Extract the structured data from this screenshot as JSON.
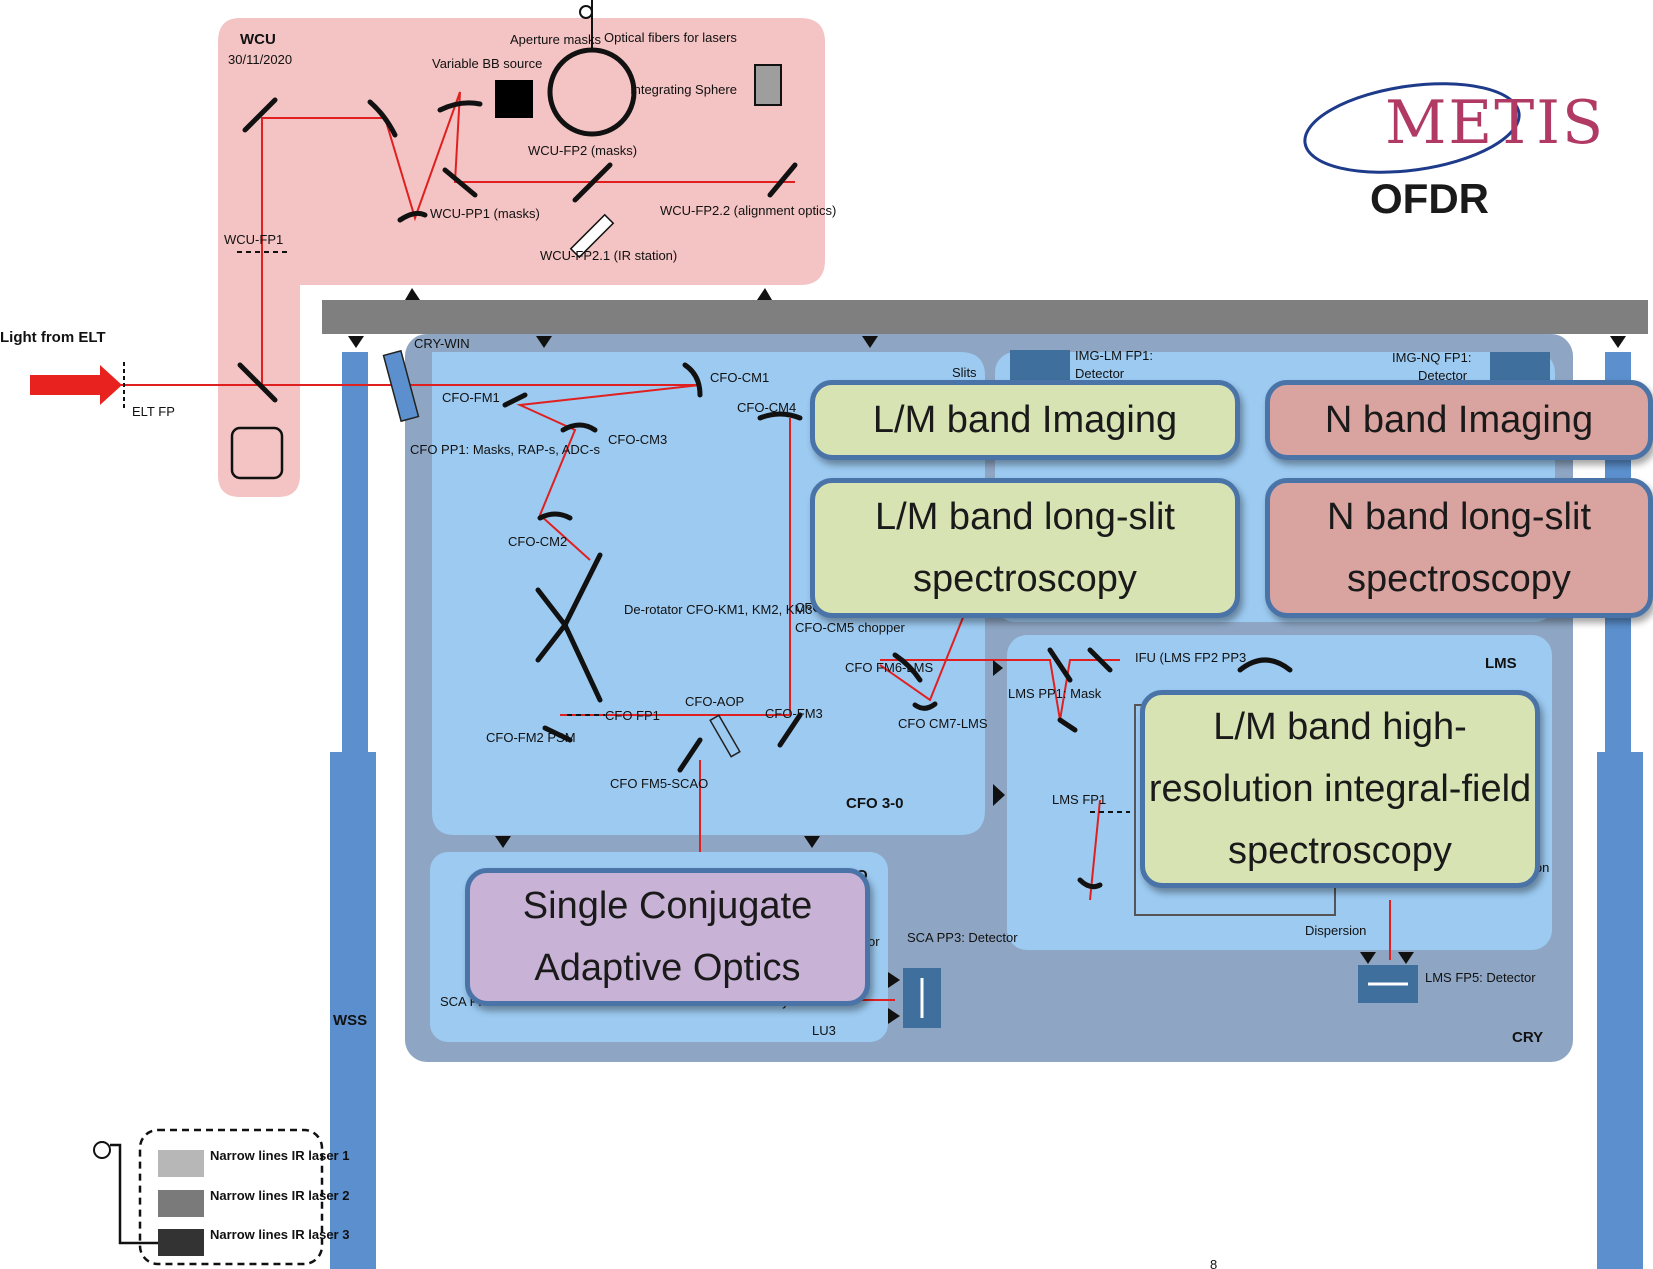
{
  "logo": {
    "name": "METIS",
    "subtitle": "OFDR"
  },
  "wcu": {
    "title": "WCU",
    "date": "30/11/2020",
    "labels": {
      "aperture": "Aperture masks",
      "fibers": "Optical fibers for lasers",
      "bb": "Variable BB source",
      "sphere": "Integrating Sphere",
      "fp2": "WCU-FP2 (masks)",
      "pp1": "WCU-PP1 (masks)",
      "fp21": "WCU-FP2.1 (IR station)",
      "fp22": "WCU-FP2.2 (alignment optics)",
      "fp1": "WCU-FP1"
    }
  },
  "input": {
    "light": "Light from ELT",
    "elt_fp": "ELT FP",
    "cry_win": "CRY-WIN"
  },
  "cfo": {
    "title": "CFO 3-0",
    "labels": {
      "cm1": "CFO-CM1",
      "fm1": "CFO-FM1",
      "cm3": "CFO-CM3",
      "cm4": "CFO-CM4",
      "pp1": "CFO PP1: Masks, RAP-s, ADC-s",
      "cm2": "CFO-CM2",
      "derot": "De-rotator CFO-KM1, KM2, KM3",
      "cm5": "CFO-CM5 chopper",
      "cfo_cut": "CFO",
      "fp1": "CFO FP1",
      "aop": "CFO-AOP",
      "fm3": "CFO-FM3",
      "fm2": "CFO-FM2 PSM",
      "fm5": "CFO FM5-SCAO",
      "fm6": "CFO FM6-LMS",
      "cm7": "CFO CM7-LMS",
      "slits": "Slits"
    }
  },
  "img": {
    "lm_fp1": "IMG-LM FP1:",
    "lm_det": "Detector",
    "nq_fp1": "IMG-NQ FP1:",
    "nq_det": "Detector"
  },
  "lms": {
    "title": "LMS",
    "labels": {
      "ifu": "IFU (LMS FP2 PP3",
      "pp1": "LMS PP1: Mask",
      "fp1": "LMS FP1",
      "dispersion": "Dispersion",
      "fp5": "LMS FP5: Detector",
      "ion": "ion"
    }
  },
  "sca": {
    "labels": {
      "pp3": "SCA PP3: Detector",
      "pp1": "SCA PP1: Modulator",
      "pp2": "SCA PP2: Pyramid",
      "lu3": "LU3",
      "or_cut": "or",
      "o_cut": "O"
    }
  },
  "frame": {
    "wss": "WSS",
    "cry": "CRY",
    "page": "8"
  },
  "lasers": [
    {
      "name": "Narrow lines IR laser 1",
      "color": "#b7b7b7"
    },
    {
      "name": "Narrow lines IR laser 2",
      "color": "#7a7a7a"
    },
    {
      "name": "Narrow lines IR laser 3",
      "color": "#333333"
    }
  ],
  "modes": {
    "lm_imaging": "L/M band Imaging",
    "n_imaging": "N band Imaging",
    "lm_longslit": "L/M band long-slit spectroscopy",
    "n_longslit": "N band long-slit spectroscopy",
    "lm_ifs": "L/M band high-resolution integral-field spectroscopy",
    "scao": "Single Conjugate Adaptive Optics"
  }
}
